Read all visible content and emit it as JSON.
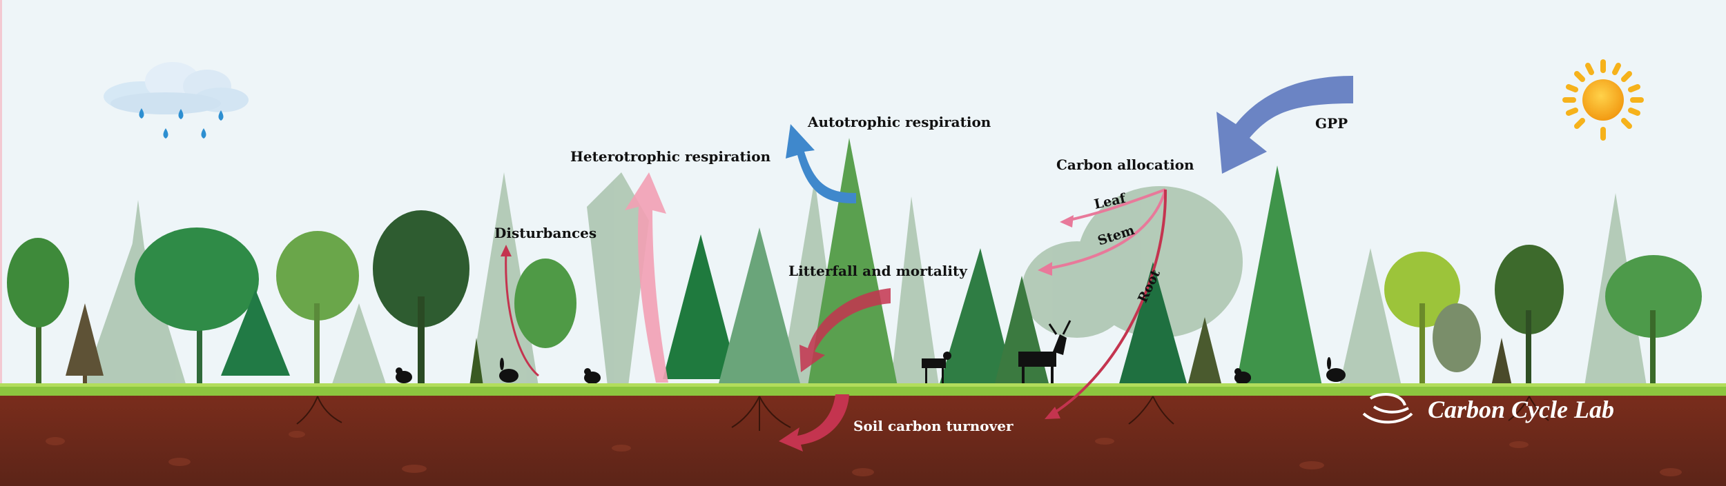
{
  "labels": {
    "gpp": "GPP",
    "carbon_allocation": "Carbon allocation",
    "leaf": "Leaf",
    "stem": "Stem",
    "root": "Root",
    "autotrophic_respiration": "Autotrophic respiration",
    "heterotrophic_respiration": "Heterotrophic respiration",
    "disturbances": "Disturbances",
    "litterfall_mortality": "Litterfall and mortality",
    "soil_carbon_turnover": "Soil carbon turnover"
  },
  "brand": {
    "name": "Carbon Cycle Lab"
  },
  "colors": {
    "sky": "#eef5f8",
    "grass": "#8cc63f",
    "soil": "#6b2a1c",
    "gpp_arrow": "#6b84c4",
    "autotrophic_arrow": "#3f88cc",
    "heterotrophic_arrow": "#f2a0b4",
    "allocation_arrow": "#e8799a",
    "litter_arrow": "#c4344f",
    "sun": "#f6b21b"
  }
}
